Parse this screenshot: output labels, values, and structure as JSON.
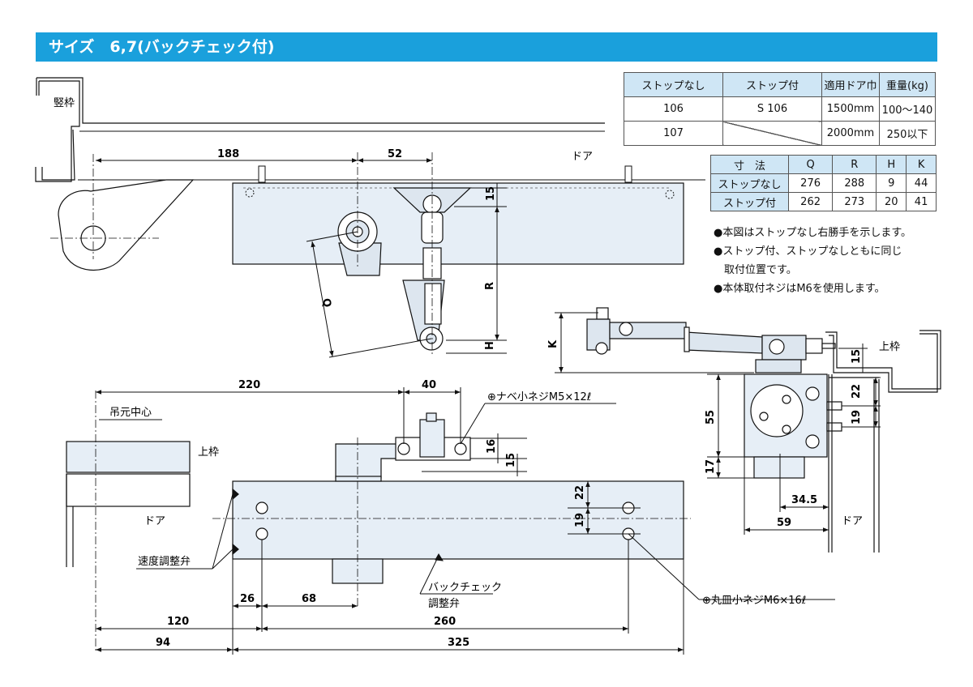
{
  "title": "サイズ　6,7(バックチェック付)",
  "table_models": {
    "headers": [
      "ストップなし",
      "ストップ付",
      "適用ドア巾",
      "重量(kg)"
    ],
    "rows": [
      [
        "106",
        "S 106",
        "1500mm",
        "100〜140"
      ],
      [
        "107",
        "",
        "2000mm",
        "250以下"
      ]
    ]
  },
  "table_dimensions": {
    "headers": [
      "寸　法",
      "Q",
      "R",
      "H",
      "K"
    ],
    "rows": [
      [
        "ストップなし",
        "276",
        "288",
        "9",
        "44"
      ],
      [
        "ストップ付",
        "262",
        "273",
        "20",
        "41"
      ]
    ]
  },
  "notes": [
    "●本図はストップなし右勝手を示します。",
    "●ストップ付、ストップなしともに同じ",
    "　取付位置です。",
    "●本体取付ネジはM6を使用します。"
  ],
  "labels": {
    "tatewaku": "竪枠",
    "door": "ドア",
    "uwawaku": "上枠",
    "tsurimoto": "吊元中心",
    "speed_valve": "速度調整弁",
    "backcheck_valve_1": "バックチェック",
    "backcheck_valve_2": "調整弁",
    "screw_m5": "⊕ナベ小ネジM5×12ℓ",
    "screw_m6": "⊕丸皿小ネジM6×16ℓ"
  },
  "dims": {
    "d188": "188",
    "d52": "52",
    "d15a": "15",
    "dR": "R",
    "dQ": "Q",
    "dH": "H",
    "d220": "220",
    "d40": "40",
    "d16": "16",
    "d15b": "15",
    "d22a": "22",
    "d19a": "19",
    "d26": "26",
    "d68": "68",
    "d120": "120",
    "d260": "260",
    "d94": "94",
    "d325": "325",
    "dK": "K",
    "d15c": "15",
    "d22b": "22",
    "d19b": "19",
    "d55": "55",
    "d17": "17",
    "d34_5": "34.5",
    "d59": "59"
  }
}
